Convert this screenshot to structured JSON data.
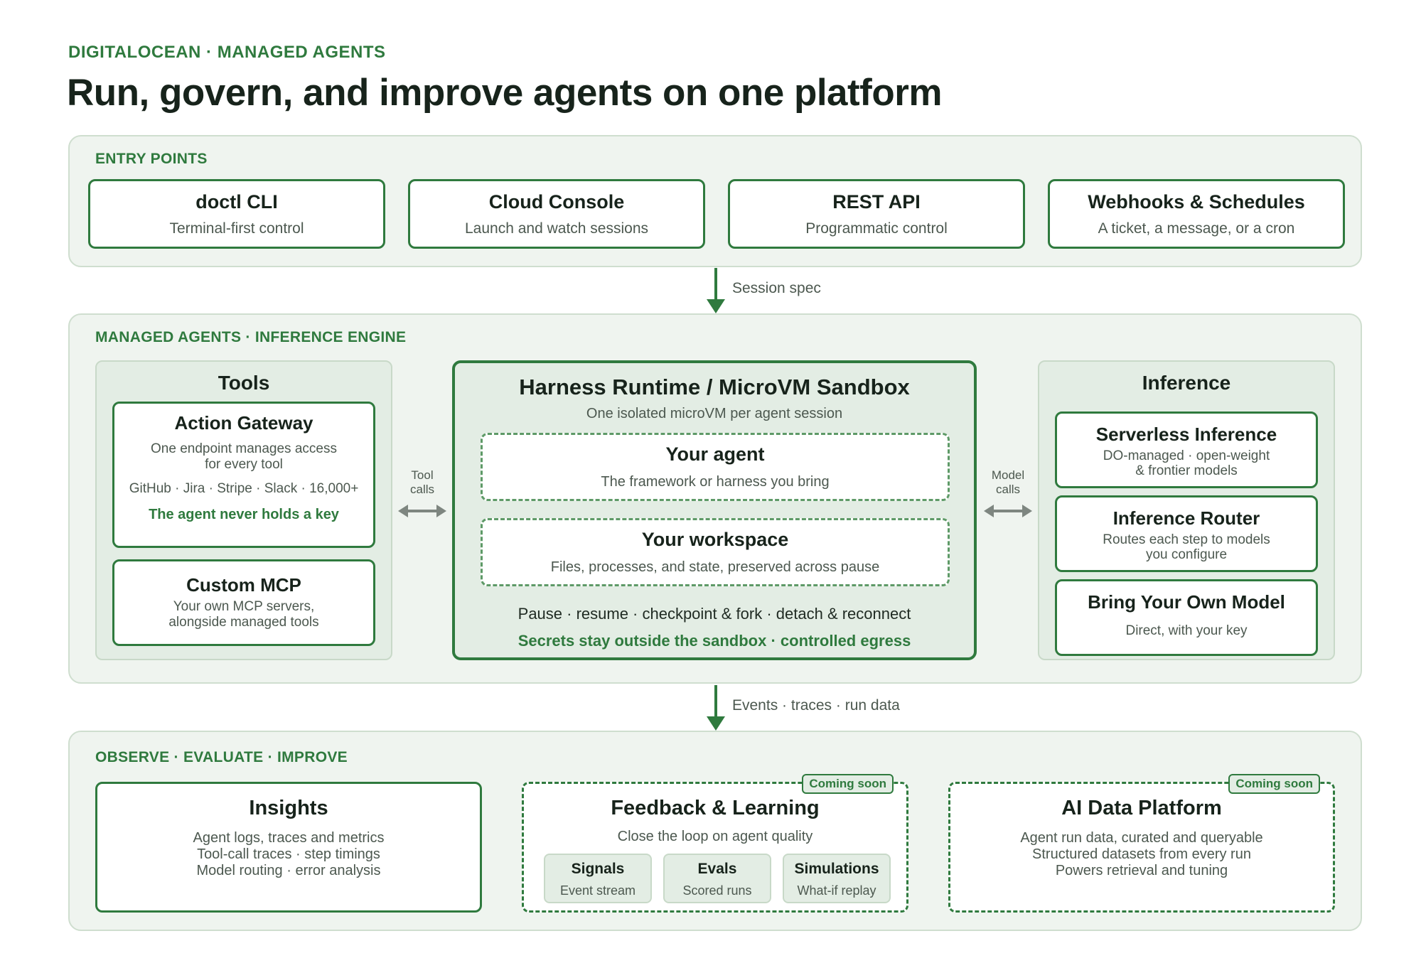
{
  "header": {
    "eyebrow": "DIGITALOCEAN · MANAGED AGENTS",
    "title": "Run, govern, and improve agents on one platform"
  },
  "entry_points": {
    "label": "ENTRY POINTS",
    "cards": [
      {
        "title": "doctl CLI",
        "subtitle": "Terminal-first control"
      },
      {
        "title": "Cloud Console",
        "subtitle": "Launch and watch sessions"
      },
      {
        "title": "REST API",
        "subtitle": "Programmatic control"
      },
      {
        "title": "Webhooks & Schedules",
        "subtitle": "A ticket, a message, or a cron"
      }
    ]
  },
  "connectors": {
    "session_spec": "Session spec",
    "events": "Events · traces · run data"
  },
  "managed": {
    "label": "MANAGED AGENTS · INFERENCE ENGINE",
    "tools": {
      "title": "Tools",
      "action_gateway": {
        "title": "Action Gateway",
        "desc_line1": "One endpoint manages access",
        "desc_line2": "for every tool",
        "integrations": "GitHub · Jira · Stripe · Slack · 16,000+",
        "note": "The agent never holds a key"
      },
      "custom_mcp": {
        "title": "Custom MCP",
        "desc_line1": "Your own MCP servers,",
        "desc_line2": "alongside managed tools"
      }
    },
    "tool_calls": {
      "line1": "Tool",
      "line2": "calls"
    },
    "model_calls": {
      "line1": "Model",
      "line2": "calls"
    },
    "harness": {
      "title": "Harness Runtime / MicroVM Sandbox",
      "subtitle": "One isolated microVM per agent session",
      "agent": {
        "title": "Your agent",
        "subtitle": "The framework or harness you bring"
      },
      "workspace": {
        "title": "Your workspace",
        "subtitle": "Files, processes, and state, preserved across pause"
      },
      "ops": "Pause · resume · checkpoint & fork · detach & reconnect",
      "secrets": "Secrets stay outside the sandbox · controlled egress"
    },
    "inference": {
      "title": "Inference",
      "serverless": {
        "title": "Serverless Inference",
        "line1": "DO-managed · open-weight",
        "line2": "& frontier models"
      },
      "router": {
        "title": "Inference Router",
        "line1": "Routes each step to models",
        "line2": "you configure"
      },
      "byom": {
        "title": "Bring Your Own Model",
        "line1": "Direct, with your key"
      }
    }
  },
  "observe": {
    "label": "OBSERVE · EVALUATE · IMPROVE",
    "insights": {
      "title": "Insights",
      "line1": "Agent logs, traces and metrics",
      "line2": "Tool-call traces · step timings",
      "line3": "Model routing · error analysis"
    },
    "feedback": {
      "badge": "Coming soon",
      "title": "Feedback & Learning",
      "subtitle": "Close the loop on agent quality",
      "items": [
        {
          "title": "Signals",
          "subtitle": "Event stream"
        },
        {
          "title": "Evals",
          "subtitle": "Scored runs"
        },
        {
          "title": "Simulations",
          "subtitle": "What-if replay"
        }
      ]
    },
    "data_platform": {
      "badge": "Coming soon",
      "title": "AI Data Platform",
      "line1": "Agent run data, curated and queryable",
      "line2": "Structured datasets from every run",
      "line3": "Powers retrieval and tuning"
    }
  }
}
